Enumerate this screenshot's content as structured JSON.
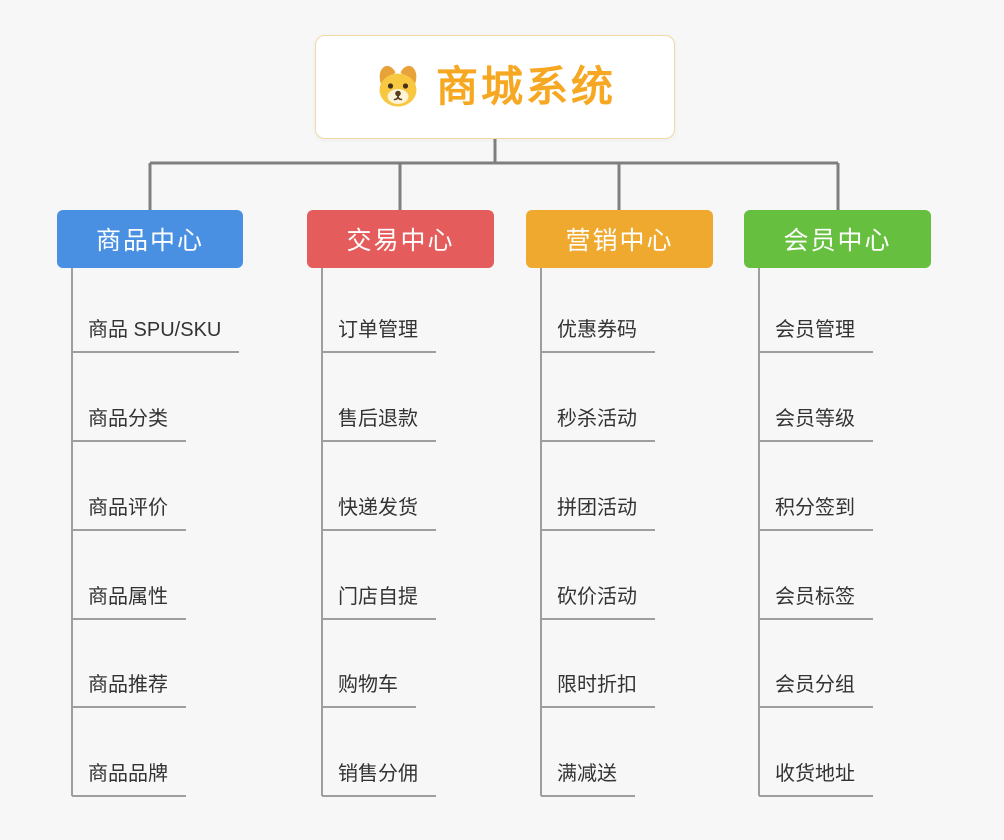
{
  "root": {
    "title": "商城系统"
  },
  "colors": {
    "accent": "#f7a823",
    "background": "#f7f7f7",
    "line": "#8f8f8f"
  },
  "branches": [
    {
      "label": "商品中心",
      "color": "#4a90e2",
      "items": [
        "商品 SPU/SKU",
        "商品分类",
        "商品评价",
        "商品属性",
        "商品推荐",
        "商品品牌"
      ]
    },
    {
      "label": "交易中心",
      "color": "#e45c5c",
      "items": [
        "订单管理",
        "售后退款",
        "快递发货",
        "门店自提",
        "购物车",
        "销售分佣"
      ]
    },
    {
      "label": "营销中心",
      "color": "#efa92f",
      "items": [
        "优惠券码",
        "秒杀活动",
        "拼团活动",
        "砍价活动",
        "限时折扣",
        "满减送"
      ]
    },
    {
      "label": "会员中心",
      "color": "#67bf3f",
      "items": [
        "会员管理",
        "会员等级",
        "积分签到",
        "会员标签",
        "会员分组",
        "收货地址"
      ]
    }
  ]
}
